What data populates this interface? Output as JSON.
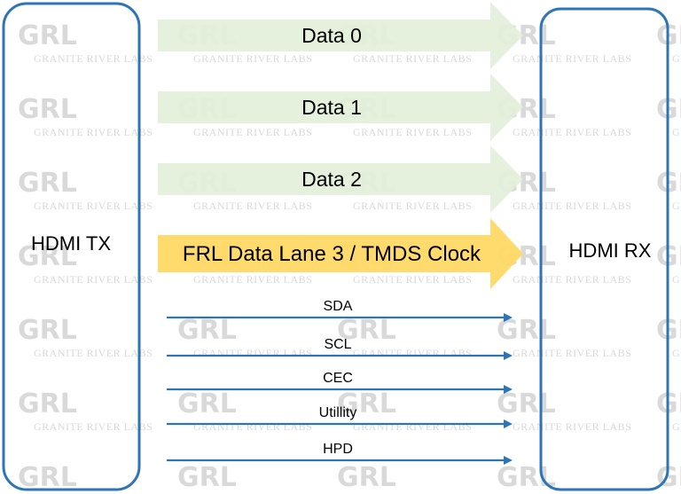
{
  "colors": {
    "box_border": "#2E75B6",
    "data_arrow_fill": "#E2EFD9",
    "clock_arrow_fill": "#FFD966",
    "line_color": "#2E75B6",
    "text_color": "#000000",
    "watermark_color": "#D9D9D9"
  },
  "tx_box": {
    "label": "HDMI TX"
  },
  "rx_box": {
    "label": "HDMI RX"
  },
  "lanes": [
    {
      "label": "Data 0",
      "kind": "data"
    },
    {
      "label": "Data 1",
      "kind": "data"
    },
    {
      "label": "Data 2",
      "kind": "data"
    },
    {
      "label": "FRL Data Lane 3 / TMDS Clock",
      "kind": "clock"
    }
  ],
  "signals": [
    {
      "label": "SDA"
    },
    {
      "label": "SCL"
    },
    {
      "label": "CEC"
    },
    {
      "label": "Utillity"
    },
    {
      "label": "HPD"
    }
  ],
  "watermark": {
    "logo": "GRL",
    "text": "Granite River Labs"
  }
}
